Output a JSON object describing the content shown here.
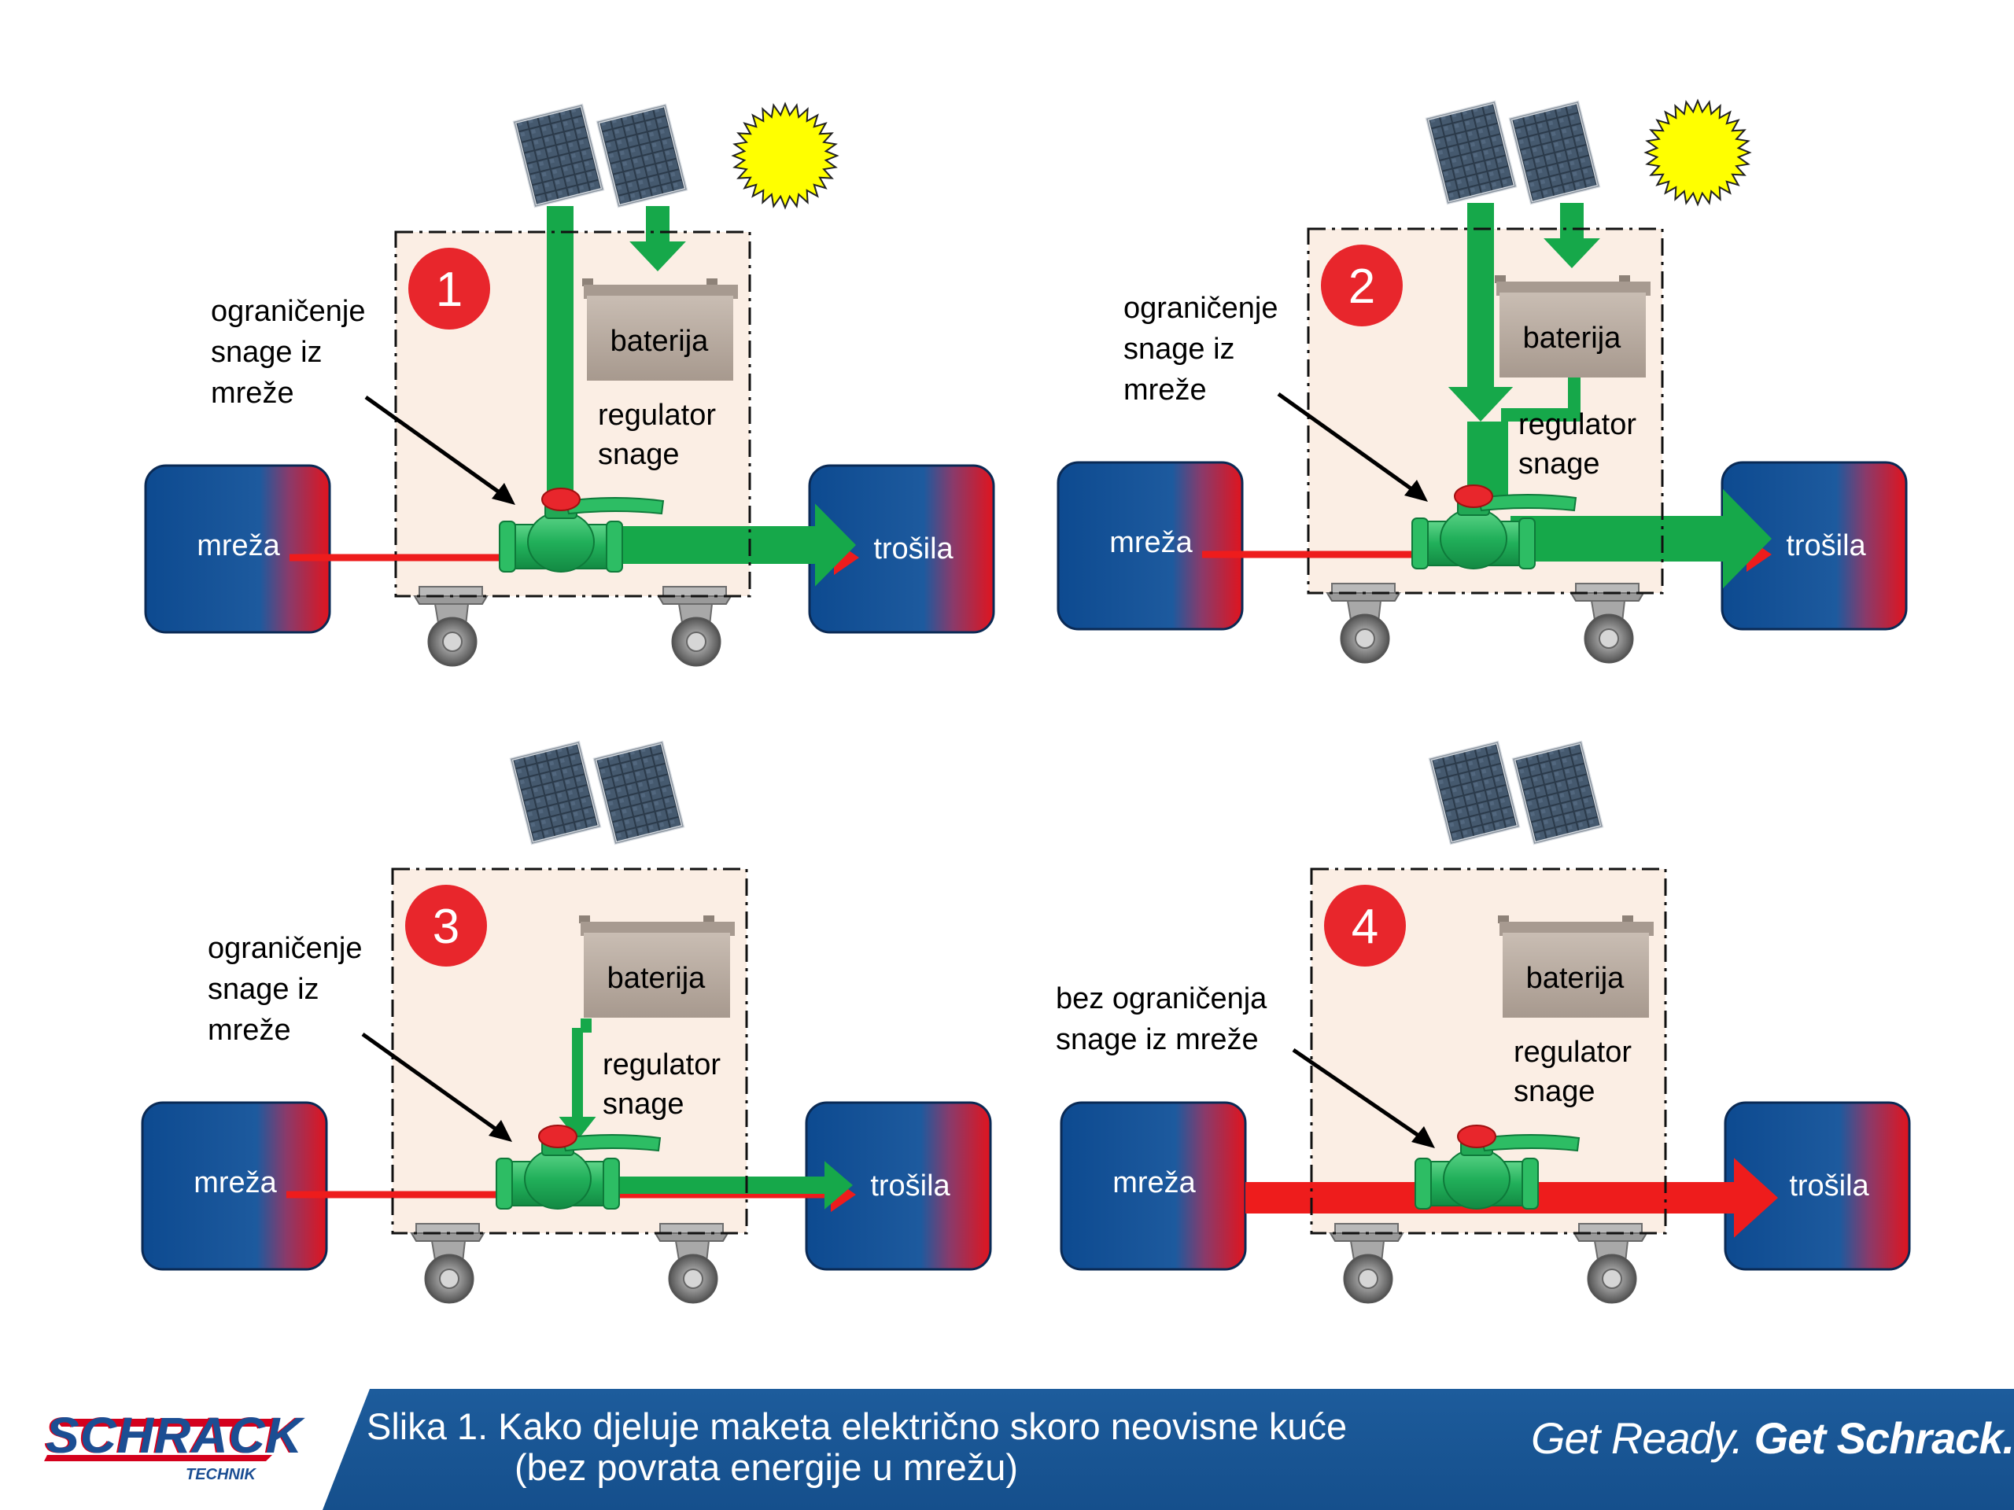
{
  "diagram": {
    "panels": [
      {
        "number": "1",
        "grid_label": "mreža",
        "load_label": "trošila",
        "battery_label": "baterija",
        "regulator_label_1": "regulator",
        "regulator_label_2": "snage",
        "limit_label": [
          "ograničenje",
          "snage iz",
          "mreže"
        ],
        "has_sun": true,
        "flow": "pv_direct_and_charging"
      },
      {
        "number": "2",
        "grid_label": "mreža",
        "load_label": "trošila",
        "battery_label": "baterija",
        "regulator_label_1": "regulator",
        "regulator_label_2": "snage",
        "limit_label": [
          "ograničenje",
          "snage iz",
          "mreže"
        ],
        "has_sun": true,
        "flow": "pv_and_battery"
      },
      {
        "number": "3",
        "grid_label": "mreža",
        "load_label": "trošila",
        "battery_label": "baterija",
        "regulator_label_1": "regulator",
        "regulator_label_2": "snage",
        "limit_label": [
          "ograničenje",
          "snage iz",
          "mreže"
        ],
        "has_sun": false,
        "flow": "battery_only"
      },
      {
        "number": "4",
        "grid_label": "mreža",
        "load_label": "trošila",
        "battery_label": "baterija",
        "regulator_label_1": "regulator",
        "regulator_label_2": "snage",
        "limit_label": [
          "bez ograničenja",
          "snage iz mreže"
        ],
        "has_sun": false,
        "flow": "grid_only"
      }
    ],
    "colors": {
      "grid_flow": "#ee1c1c",
      "solar_flow": "#16a84a",
      "box_fill": "#fbeee4",
      "badge": "#e8262c",
      "node_blue": "#0f4b92",
      "node_red": "#e0141e",
      "battery": "#b3a69c"
    }
  },
  "footer": {
    "logo_text": "SCHRACK",
    "logo_subtext": "TECHNIK",
    "caption_line1": "Slika 1. Kako djeluje maketa električno skoro neovisne kuće",
    "caption_line2": "(bez povrata energije u mrežu)",
    "slogan_light": "Get Ready.",
    "slogan_bold": "Get Schrack."
  }
}
